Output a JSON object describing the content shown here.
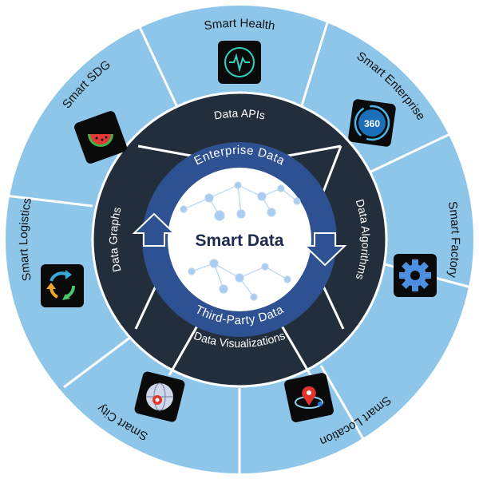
{
  "center": {
    "title": "Smart Data"
  },
  "ring": {
    "top_label": "Enterprise Data",
    "bottom_label": "Third-Party Data"
  },
  "middle": {
    "top": "Data APIs",
    "right": "Data Algorithms",
    "bottom": "Data Visualizations",
    "left": "Data Graphs"
  },
  "outer": {
    "health": "Smart Health",
    "enterprise": "Smart Enterprise",
    "factory": "Smart Factory",
    "location": "Smart Location",
    "city": "Smart City",
    "logistics": "Smart Logistics",
    "sdg": "Smart SDG"
  },
  "colors": {
    "outer_ring": "#8ec6ea",
    "middle_ring": "#232e3d",
    "inner_ring": "#2e5192",
    "center_text": "#1b2a4e",
    "icon_tile": "#0a0a0a"
  },
  "icons": {
    "health": "heartbeat-icon",
    "enterprise": "360-icon",
    "factory": "gear-icon",
    "location": "location-pin-icon",
    "city": "globe-icon",
    "logistics": "recycle-arrows-icon",
    "sdg": "watermelon-icon"
  }
}
